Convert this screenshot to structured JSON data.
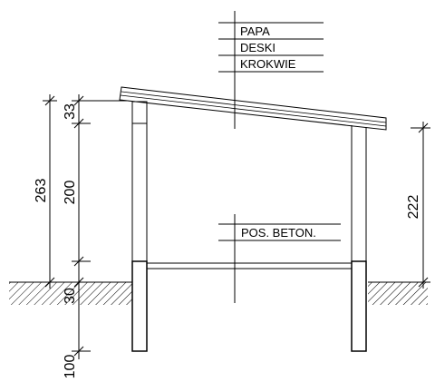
{
  "layers": {
    "roof": [
      "PAPA",
      "DESKI",
      "KROKWIE"
    ],
    "floor": "POS. BETON."
  },
  "dimensions": {
    "left_total": "263",
    "left_top": "33",
    "left_middle": "200",
    "left_below_ground": "30",
    "left_foundation": "100",
    "right_height": "222"
  }
}
